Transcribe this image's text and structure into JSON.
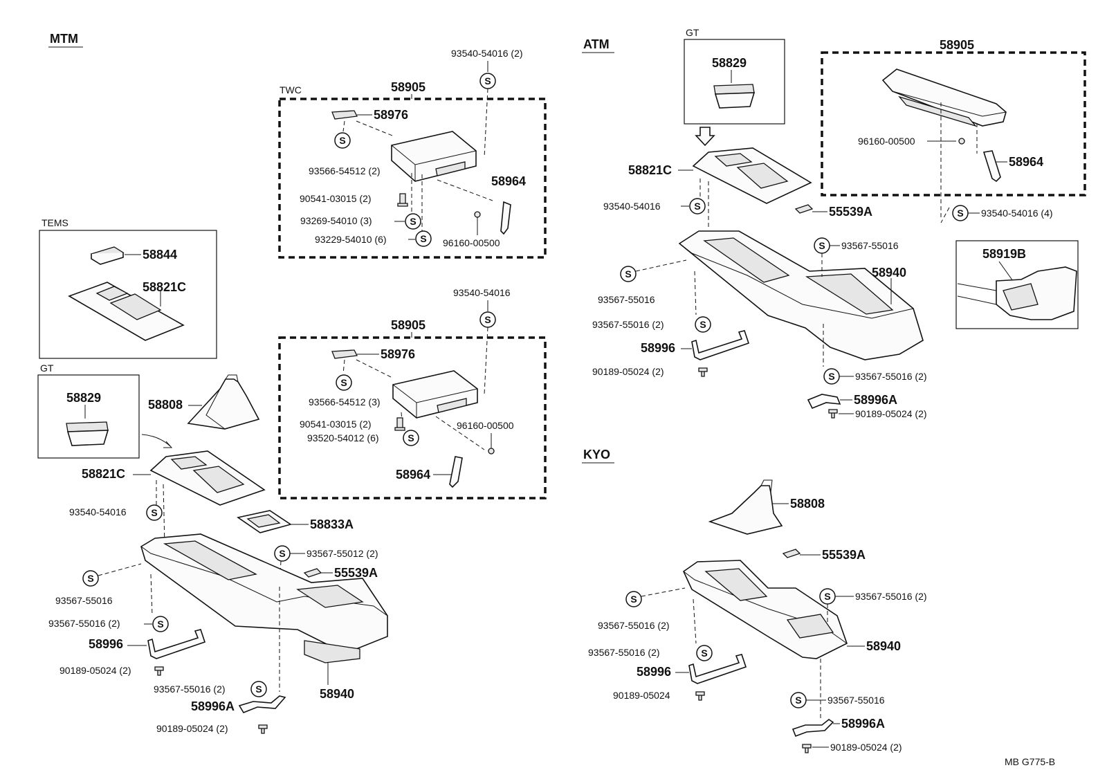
{
  "sections": {
    "mtm": "MTM",
    "atm": "ATM",
    "kyo": "KYO",
    "tems": "TEMS",
    "gt_left": "GT",
    "gt_right": "GT",
    "twc": "TWC"
  },
  "screw_symbol": "S",
  "labels": {
    "mtm_twc_58905": "58905",
    "mtm_twc_93540": "93540-54016 (2)",
    "mtm_twc_58976": "58976",
    "mtm_twc_93566": "93566-54512 (2)",
    "mtm_twc_90541": "90541-03015 (2)",
    "mtm_twc_93269": "93269-54010 (3)",
    "mtm_twc_93229": "93229-54010 (6)",
    "mtm_twc_58964": "58964",
    "mtm_twc_96160": "96160-00500",
    "tems_58844": "58844",
    "tems_58821c": "58821C",
    "mtm_b_58905": "58905",
    "mtm_b_93540": "93540-54016",
    "mtm_b_58976": "58976",
    "mtm_b_93566": "93566-54512 (3)",
    "mtm_b_90541": "90541-03015 (2)",
    "mtm_b_93520": "93520-54012 (6)",
    "mtm_b_96160": "96160-00500",
    "mtm_b_58964": "58964",
    "gtl_58829": "58829",
    "mtm_58808": "58808",
    "mtm_58821c": "58821C",
    "mtm_93540": "93540-54016",
    "mtm_58833a": "58833A",
    "mtm_93567_55012": "93567-55012 (2)",
    "mtm_55539a": "55539A",
    "mtm_93567_55016": "93567-55016",
    "mtm_93567_55016_2": "93567-55016 (2)",
    "mtm_58996": "58996",
    "mtm_90189": "90189-05024 (2)",
    "mtm_93567_55016_2b": "93567-55016 (2)",
    "mtm_58996a": "58996A",
    "mtm_90189b": "90189-05024 (2)",
    "mtm_58940": "58940",
    "gtr_58829": "58829",
    "atm_58821c": "58821C",
    "atm_93540": "93540-54016",
    "atm_55539a": "55539A",
    "atm_93567_a": "93567-55016",
    "atm_93567_b": "93567-55016",
    "atm_58940": "58940",
    "atm_93567_c": "93567-55016 (2)",
    "atm_58996": "58996",
    "atm_90189": "90189-05024 (2)",
    "atm_93567_d": "93567-55016 (2)",
    "atm_58996a": "58996A",
    "atm_90189b": "90189-05024 (2)",
    "atm_58905": "58905",
    "atm_96160": "96160-00500",
    "atm_58964": "58964",
    "atm_93540_4": "93540-54016 (4)",
    "atm_58919b": "58919B",
    "kyo_58808": "58808",
    "kyo_55539a": "55539A",
    "kyo_93567_a": "93567-55016 (2)",
    "kyo_93567_b": "93567-55016 (2)",
    "kyo_58940": "58940",
    "kyo_93567_c": "93567-55016 (2)",
    "kyo_58996": "58996",
    "kyo_90189": "90189-05024",
    "kyo_93567_d": "93567-55016",
    "kyo_58996a": "58996A",
    "kyo_90189b": "90189-05024 (2)"
  },
  "footer": {
    "code": "MB  G775-B"
  }
}
